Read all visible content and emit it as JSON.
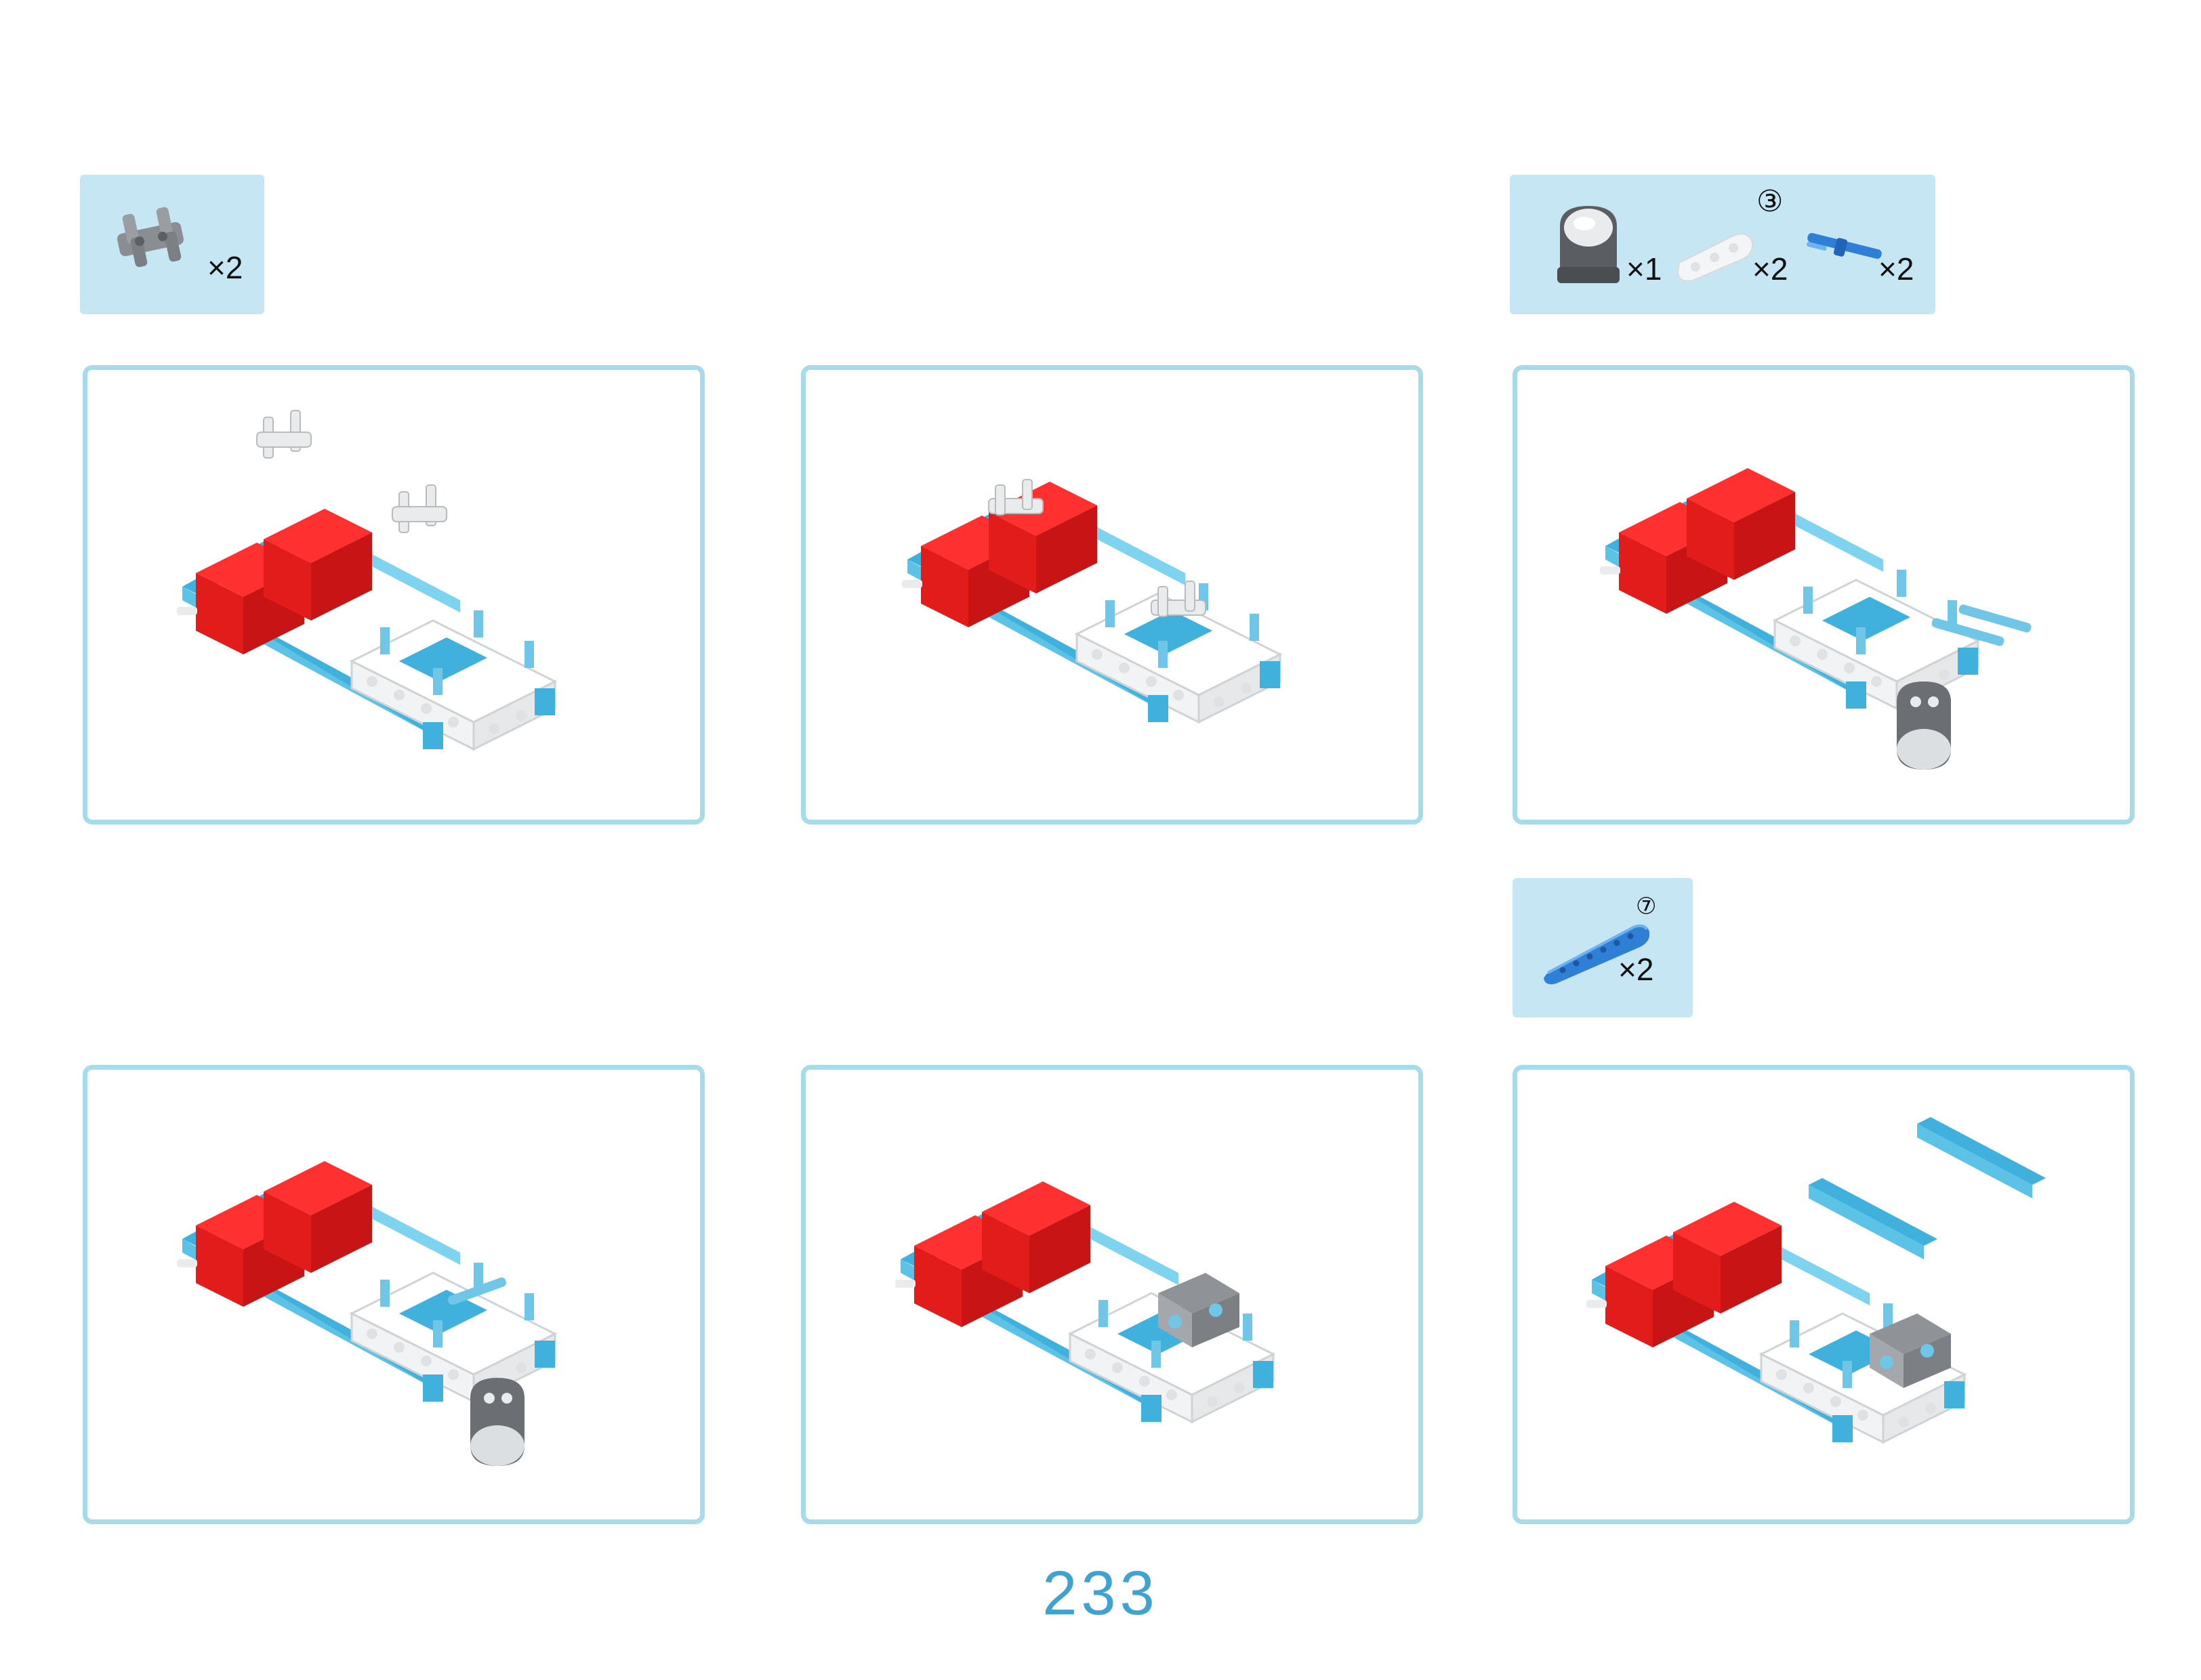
{
  "parts": {
    "step1": {
      "qty": "×2",
      "icon": "double-connector-pin-icon"
    },
    "step3": {
      "items": [
        {
          "qty": "×1",
          "icon": "ball-caster-icon"
        },
        {
          "qty": "×2",
          "icon": "white-beam-3-icon",
          "size_label": "③"
        },
        {
          "qty": "×2",
          "icon": "blue-axle-pin-icon"
        }
      ]
    },
    "step6": {
      "qty": "×2",
      "size_label": "⑦",
      "icon": "blue-beam-7-icon"
    }
  },
  "page_number": "233",
  "colors": {
    "panel_border": "#a8dbe9",
    "parts_bg": "#c7e6f4",
    "frame_blue": "#5cc3e6",
    "servo_red": "#e21b1b",
    "page_number": "#3fa2cf"
  }
}
